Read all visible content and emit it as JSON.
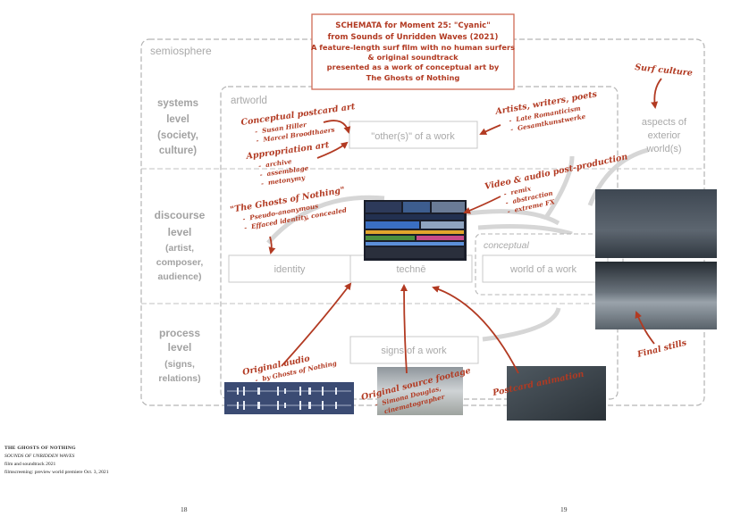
{
  "title_box": {
    "line1": "SCHEMATA for Moment 25: \"Cyanic\"",
    "line2": "from Sounds of Unridden Waves (2021)",
    "line3": "A feature-length surf film with no human surfers",
    "line4": "& original soundtrack",
    "line5": "presented as a work of conceptual art by",
    "line6": "The Ghosts of Nothing"
  },
  "frames": {
    "semiosphere": "semiosphere",
    "artworld": "artworld",
    "conceptual": "conceptual"
  },
  "levels": {
    "systems": [
      "systems",
      "level",
      "(society,",
      "culture)"
    ],
    "discourse": [
      "discourse",
      "level",
      "(artist,",
      "composer,",
      "audience)"
    ],
    "process": [
      "process",
      "level",
      "(signs,",
      "relations)"
    ]
  },
  "boxes": {
    "others": "\"other(s)\" of a work",
    "identity": "identity",
    "techne": "technē",
    "world": "world of a work",
    "signs": "signs of a work",
    "exterior": [
      "aspects of",
      "exterior",
      "world(s)"
    ]
  },
  "annotations": {
    "conceptual_postcard": {
      "title": "Conceptual postcard art",
      "items": [
        "Susan Hiller",
        "Marcel Broodthaers"
      ]
    },
    "appropriation": {
      "title": "Appropriation art",
      "items": [
        "archive",
        "assemblage",
        "metonymy"
      ]
    },
    "artists": {
      "title": "Artists, writers, poets",
      "items": [
        "Late Romanticism",
        "Gesamtkunstwerke"
      ]
    },
    "surf_culture": "Surf culture",
    "ghosts": {
      "title": "\"The Ghosts of Nothing\"",
      "items": [
        "Pseudo-anonymous",
        "Effaced identity, concealed"
      ]
    },
    "video_audio": {
      "title": "Video & audio post-production",
      "items": [
        "remix",
        "abstraction",
        "extreme FX"
      ]
    },
    "original_audio": {
      "title": "Original audio",
      "items": [
        "by Ghosts of Nothing"
      ]
    },
    "source_footage": {
      "title": "Original source footage",
      "items": [
        "Simona Douglas,",
        "cinematographer"
      ]
    },
    "postcard_animation": "Postcard animation",
    "final_stills": "Final stills"
  },
  "caption": {
    "artist": "THE GHOSTS OF NOTHING",
    "work": "SOUNDS OF UNRIDDEN WAVES",
    "line3": "film and soundtrack 2021",
    "line4": "filmscreening: preview world premiere Oct. 3, 2021"
  },
  "page_numbers": {
    "left": "18",
    "right": "19"
  },
  "colors": {
    "annotation_red": "#b23a22",
    "frame_gray": "#b5b5b5",
    "label_gray": "#a9a9a9"
  }
}
